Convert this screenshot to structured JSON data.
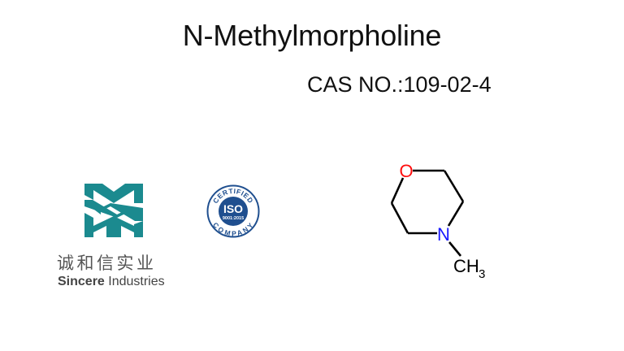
{
  "slide": {
    "title": "N-Methylmorpholine",
    "cas": "CAS NO.:109-02-4"
  },
  "company": {
    "name_cn": "诚和信实业",
    "name_en_first": "Sincere",
    "name_en_second": "Industries",
    "brand_color": "#1b8a8f"
  },
  "certification": {
    "top_text": "CERTIFIED",
    "center_text": "ISO",
    "standard": "9001:2015",
    "bottom_text": "COMPANY",
    "color": "#1f4f8f"
  },
  "structure": {
    "oxygen_label": "O",
    "nitrogen_label": "N",
    "methyl_label": "CH",
    "methyl_subscript": "3",
    "oxygen_color": "#ff0d0d",
    "nitrogen_color": "#1a1aff"
  }
}
